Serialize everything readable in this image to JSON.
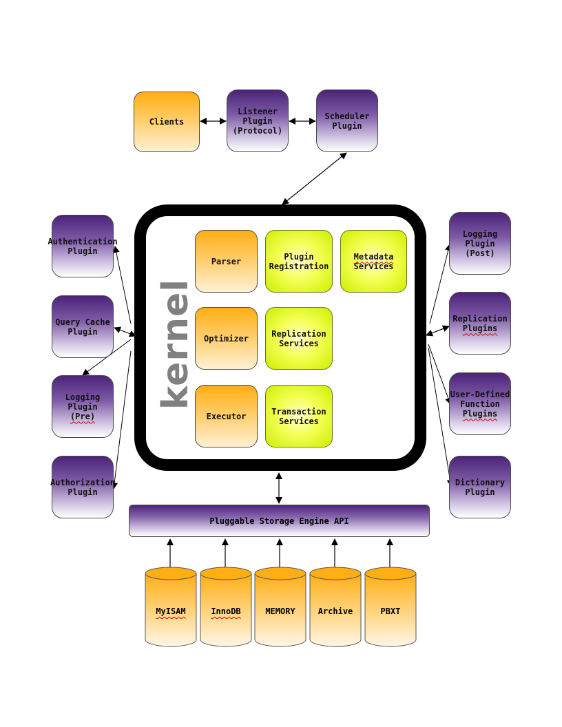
{
  "top_row": {
    "clients": "Clients",
    "listener": "Listener\nPlugin\n(Protocol)",
    "scheduler": "Scheduler\nPlugin"
  },
  "left_plugins": {
    "authentication": "Authentication\nPlugin",
    "query_cache": "Query Cache\nPlugin",
    "logging_pre_a": "Logging\nPlugin\n",
    "logging_pre_b": "(Pre)",
    "authorization": "Authorization\nPlugin"
  },
  "right_plugins": {
    "logging_post": "Logging\nPlugin\n(Post)",
    "replication_a": "Replication\n",
    "replication_b": "Plugins",
    "udf_a": "User-Defined\nFunction\n",
    "udf_b": "Plugins",
    "dictionary": "Dictionary\nPlugin"
  },
  "kernel": {
    "label": "kernel",
    "parser": "Parser",
    "plugin_registration": "Plugin\nRegistration",
    "metadata_a": "Metadata",
    "metadata_b": "\nServices",
    "optimizer": "Optimizer",
    "replication_services": "Replication\nServices",
    "executor": "Executor",
    "transaction_services": "Transaction\nServices"
  },
  "storage": {
    "api": "Pluggable Storage Engine API",
    "engines": [
      "MyISAM",
      "InnoDB",
      "MEMORY",
      "Archive",
      "PBXT"
    ]
  },
  "colors": {
    "plugin_purple": "#4b2378",
    "component_orange": "#ffae14",
    "service_lime": "#f4ff54",
    "kernel_border": "#000000",
    "kernel_text": "#808080"
  }
}
